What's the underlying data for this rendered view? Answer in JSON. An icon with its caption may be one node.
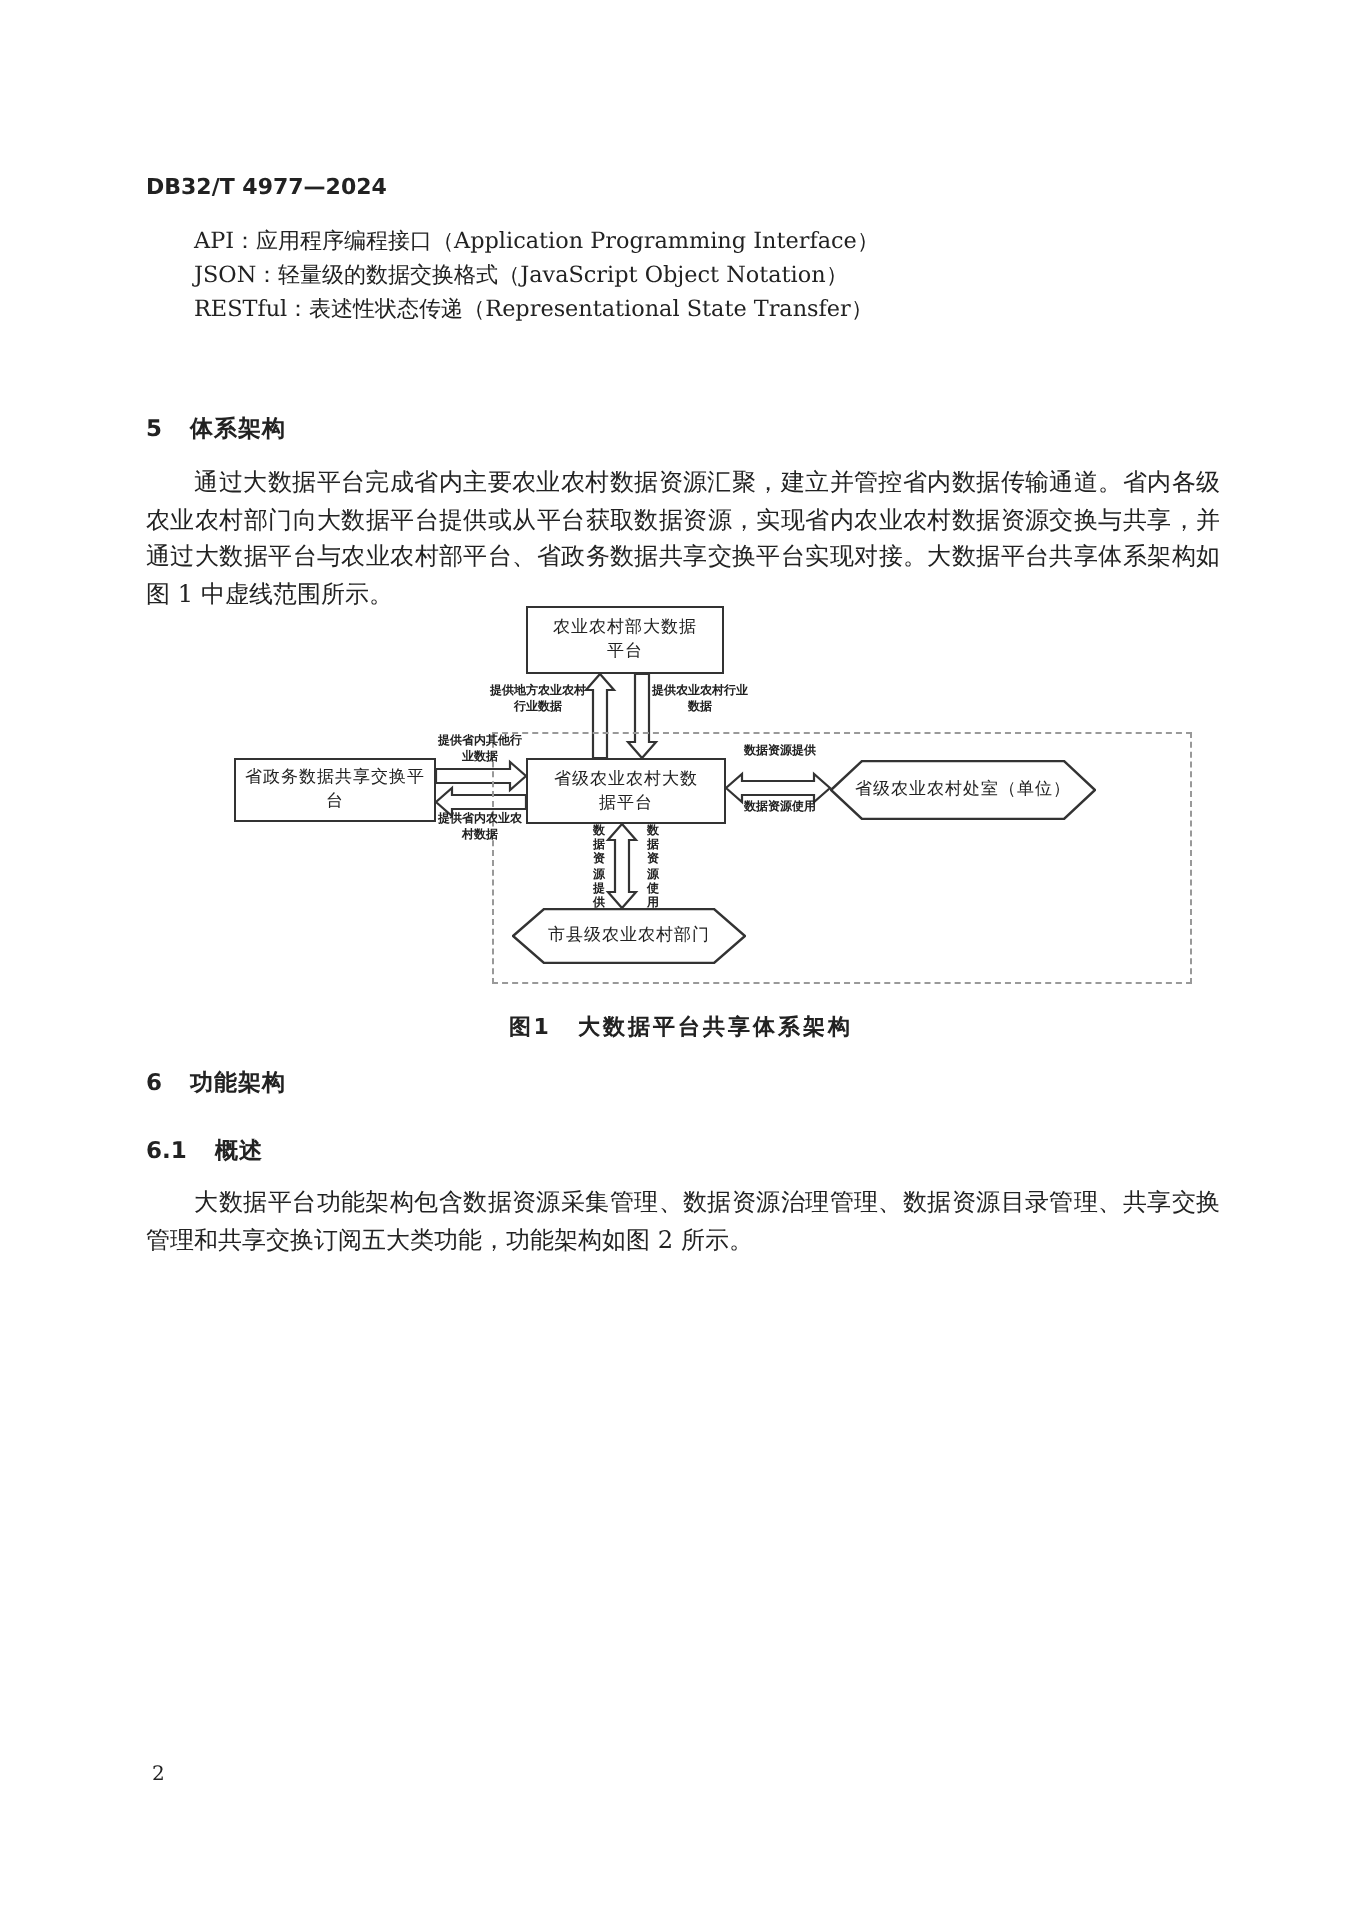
{
  "diagram": {
    "caption": "图1 大数据平台共享体系架构",
    "nodes": [
      {
        "text": [],
        "shape": "box"
      },
      {
        "text": [
          "农业农村部大数据平台"
        ]
      },
      {
        "text": [
          "省政务数据共享交换平台"
        ]
      },
      {
        "text": [
          "省级农业农村大数据平台"
        ],
        "in": 0
      },
      {
        "text": [
          "省级农业农村处室（单位）"
        ],
        "in": 0
      },
      {
        "text": [
          "市县级农业农村部门"
        ],
        "in": 0
      }
    ],
    "edges": [
      {
        "from": 3,
        "to": 1,
        "arrow": "to",
        "label": "提供地方农业农村行业数据"
      },
      {
        "from": 1,
        "to": 3,
        "arrow": "to",
        "label": "提供农业农村行业数据"
      },
      {
        "from": 2,
        "to": 3,
        "arrow": "to",
        "label": "提供省内其他行业数据"
      },
      {
        "from": 3,
        "to": 2,
        "arrow": "to",
        "label": "提供省内农业农村数据"
      },
      {
        "from": 3,
        "to": 4,
        "arrow": "both",
        "label": "数据资源提供"
      },
      {
        "from": 3,
        "to": 5,
        "arrow": "both",
        "label": "数据资源提供"
      }
    ],
    "labels": [
      "DB32/T 4977—2024",
      "API：应用程序编程接口（Application Programming Interface）",
      "JSON：轻量级的数据交换格式（JavaScript Object Notation）",
      "RESTful：表述性状态传递（Representational State Transfer）",
      "5 体系架构",
      "通过大数据平台完成省内主要农业农村数据资源汇聚，建立并管控省内数据传输通道。省内各级农业农村部门向大数据平台提供或从平台获取数据资源，实现省内农业农村数据资源交换与共享，并通过大数据平台与农业农村部平台、省政务数据共享交换平台实现对接。大数据平台共享体系架构如图 1 中虚线范围所示。",
      "数据资源使用",
      "数据资源使用",
      "6 功能架构",
      "6.1 概述",
      "大数据平台功能架构包含数据资源采集管理、数据资源治理管理、数据资源目录管理、共享交换管理和共享交换订阅五大类功能，功能架构如图 2 所示。",
      "2"
    ]
  }
}
